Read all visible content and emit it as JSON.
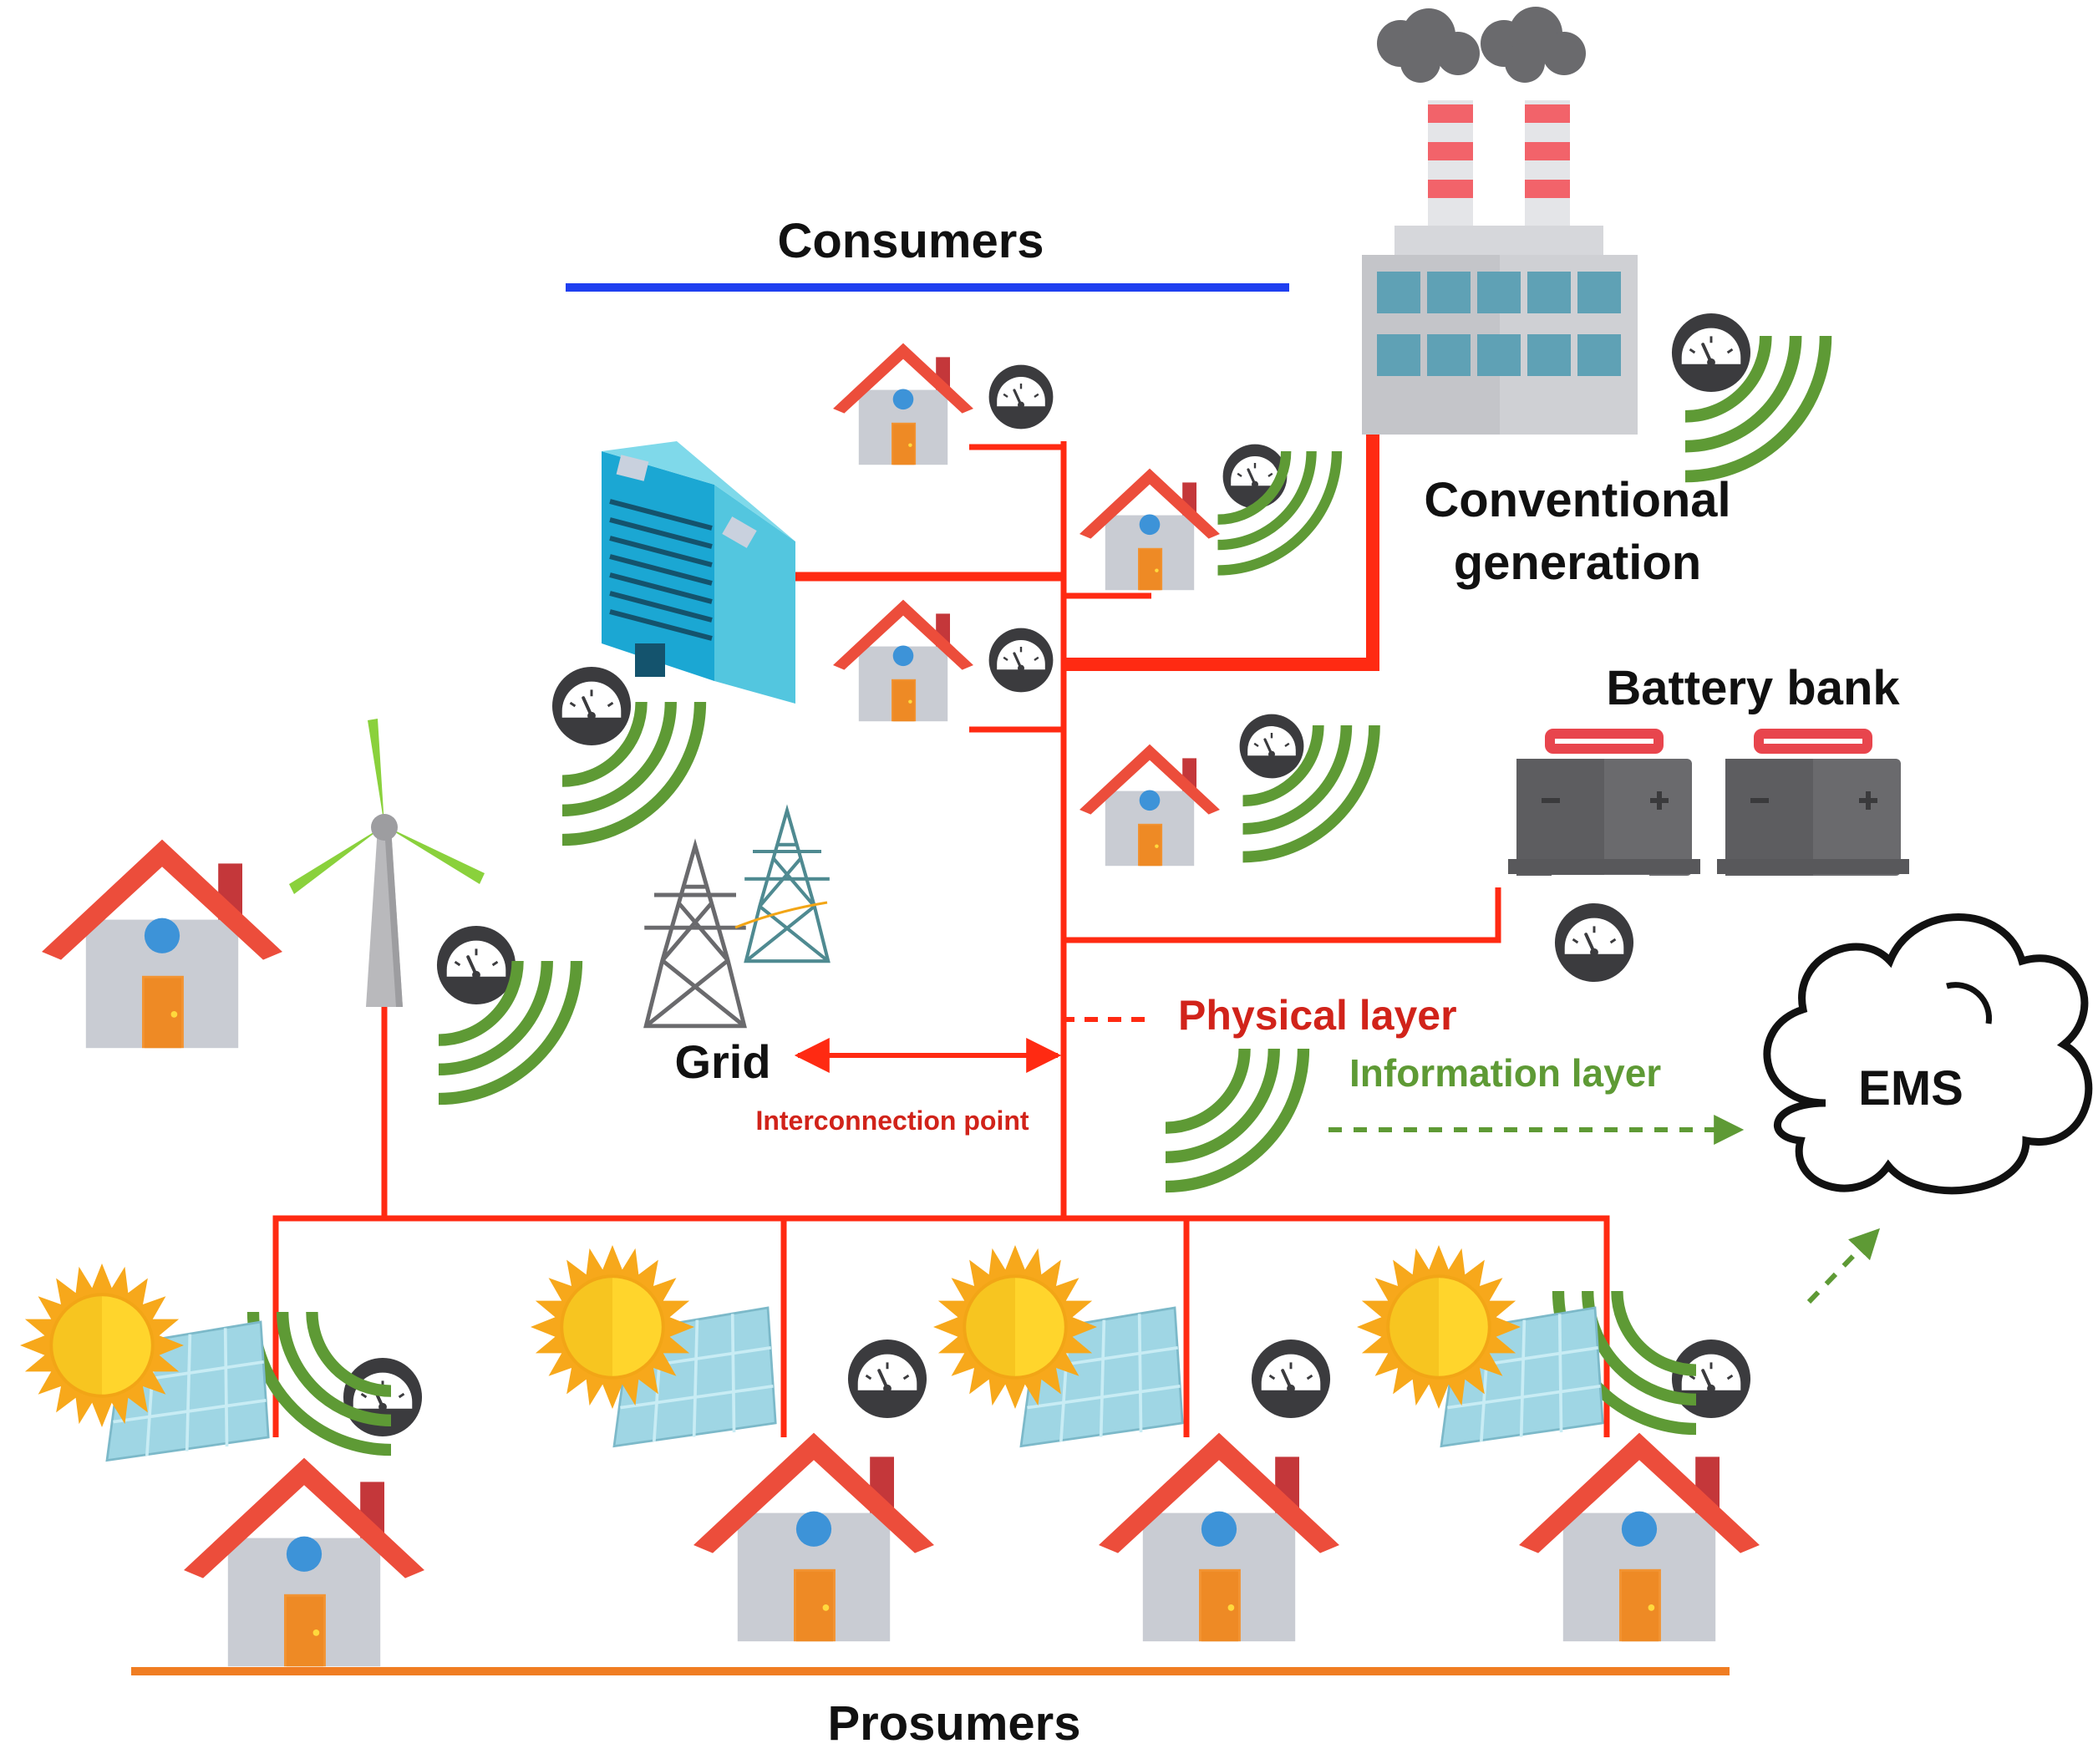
{
  "labels": {
    "consumers": "Consumers",
    "conventional_line1": "Conventional",
    "conventional_line2": "generation",
    "battery_bank": "Battery bank",
    "grid": "Grid",
    "interconnection_point": "Interconnection point",
    "physical_layer": "Physical layer",
    "information_layer": "Information layer",
    "ems": "EMS",
    "prosumers": "Prosumers"
  },
  "colors": {
    "physical_line": "#ff2a12",
    "information": "#5e9a35",
    "consumers_bar": "#1f3ff0",
    "prosumers_bar": "#f07d22",
    "physical_text": "#d1231a",
    "information_text": "#5e9a35"
  },
  "icons": [
    "house-icon",
    "meter-icon",
    "wireless-signal-icon",
    "factory-icon",
    "office-building-icon",
    "wind-turbine-icon",
    "transmission-tower-icon",
    "battery-icon",
    "sun-icon",
    "solar-panel-icon",
    "cloud-icon"
  ]
}
